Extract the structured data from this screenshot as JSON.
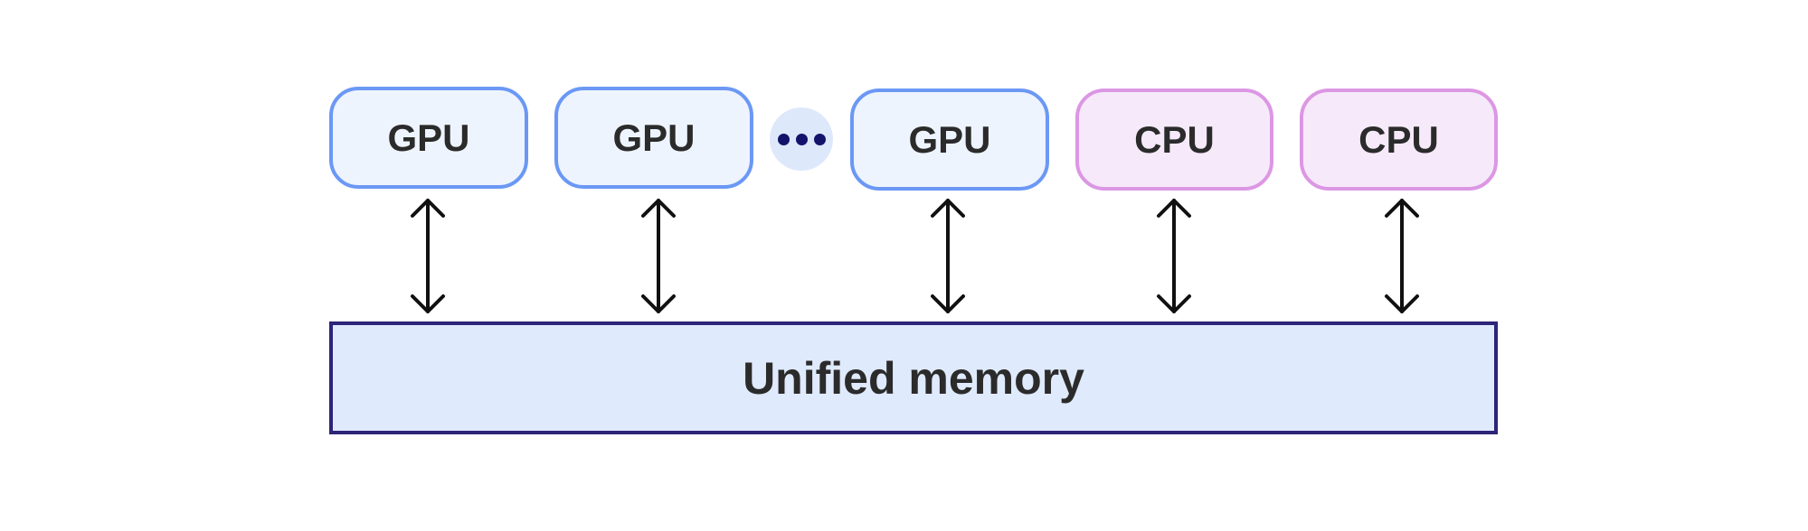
{
  "processors": [
    {
      "label": "GPU",
      "kind": "gpu"
    },
    {
      "label": "GPU",
      "kind": "gpu"
    },
    {
      "label": "GPU",
      "kind": "gpu"
    },
    {
      "label": "CPU",
      "kind": "cpu"
    },
    {
      "label": "CPU",
      "kind": "cpu"
    }
  ],
  "memory": {
    "label": "Unified memory"
  },
  "colors": {
    "gpu_fill": "#eef4fe",
    "gpu_border": "#6b98f5",
    "cpu_fill": "#f6eafa",
    "cpu_border": "#dc97e4",
    "memory_fill": "#dfeafd",
    "memory_border": "#2d2577",
    "ellipsis_fill": "#dde8fb",
    "ellipsis_dots": "#13136b",
    "text": "#2b2b2b",
    "arrow": "#111111"
  }
}
